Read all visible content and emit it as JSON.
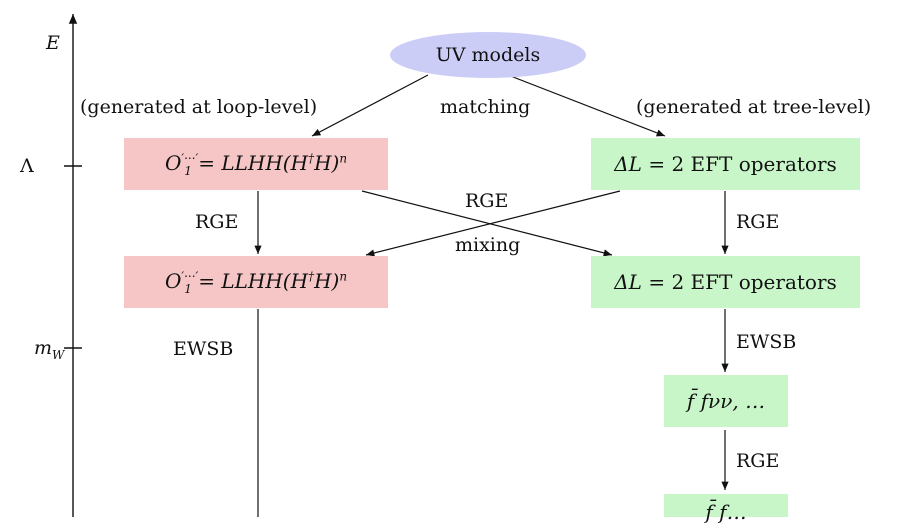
{
  "axis": {
    "energy_label": "E",
    "lambda_label": "Λ",
    "mw_label_main": "m",
    "mw_label_sub": "W"
  },
  "uv_models": "UV models",
  "annotations": {
    "loop_level": "(generated at loop-level)",
    "matching": "matching",
    "tree_level": "(generated at tree-level)",
    "rge_cross": "RGE",
    "mixing": "mixing",
    "rge_left": "RGE",
    "rge_right": "RGE",
    "ewsb_left": "EWSB",
    "ewsb_right": "EWSB",
    "rge_right_lower": "RGE"
  },
  "boxes": {
    "op_top": {
      "O": "O",
      "sup": "′···′",
      "sub": "1",
      "eq": " = LLHH(H",
      "dag": "†",
      "mid": "H)",
      "pow": "n"
    },
    "op_mid": {
      "O": "O",
      "sup": "′···′",
      "sub": "1",
      "eq": " = LLHH(H",
      "dag": "†",
      "mid": "H)",
      "pow": "n"
    },
    "eft_top": {
      "delta": "ΔL",
      "rest": " = 2 EFT operators"
    },
    "eft_mid": {
      "delta": "ΔL",
      "rest": " = 2 EFT operators"
    },
    "ffnunu": "f̄ fνν, …",
    "ff_partial": "f̄ f…"
  },
  "colors": {
    "ellipse": "#cccdf7",
    "pink_box": "#f6c6c6",
    "green_box": "#c9f6c9"
  }
}
